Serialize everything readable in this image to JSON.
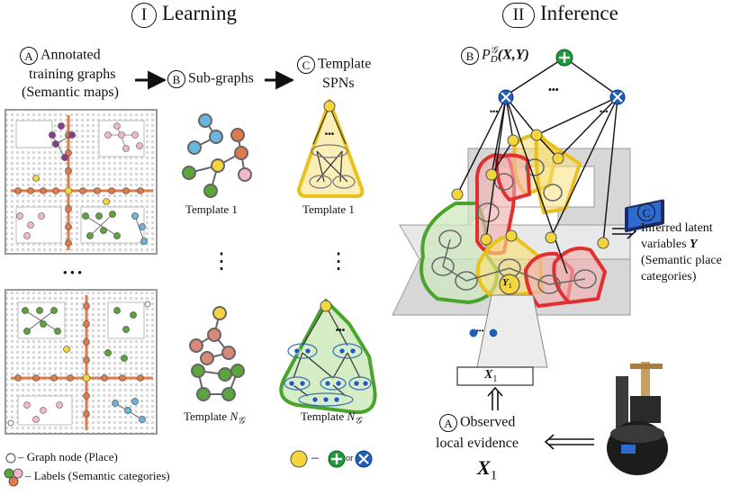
{
  "learning": {
    "marker": "I",
    "title": "Learning",
    "step_a": {
      "marker": "A",
      "lines": [
        "Annotated",
        "training graphs",
        "(Semantic maps)"
      ]
    },
    "step_b": {
      "marker": "B",
      "label": "Sub-graphs"
    },
    "step_c": {
      "marker": "C",
      "lines": [
        "Template",
        "SPNs"
      ]
    },
    "template_first": "Template 1",
    "template_last_prefix": "Template",
    "template_last_symbol": "N",
    "template_last_sub": "𝒢",
    "ellipsis_vertical": "⋮",
    "ellipsis_map": "• • •",
    "legend": {
      "node_label": "– Graph node (Place)",
      "labels_label": "– Labels (Semantic categories)",
      "spn_dash": "–",
      "spn_or": "or"
    }
  },
  "inference": {
    "marker": "II",
    "title": "Inference",
    "formula": {
      "marker": "B",
      "P": "P",
      "sup": "𝒢",
      "sub": "D",
      "args": "(X,Y)"
    },
    "inferred": {
      "marker": "C",
      "lines": [
        "Inferred latent",
        "variables"
      ],
      "var": "Y",
      "paren_lines": [
        "(Semantic place",
        "categories)"
      ]
    },
    "observed": {
      "marker": "A",
      "lines": [
        "Observed",
        "local evidence"
      ],
      "var": "X",
      "sub": "1"
    },
    "x1_box": {
      "var": "X",
      "sub": "1"
    },
    "y1_node": {
      "var": "Y",
      "sub": "1"
    },
    "dots": "•••",
    "dots_small": "•••"
  },
  "colors": {
    "green": "#5aa63a",
    "pink": "#f1b8c8",
    "orange": "#e07a4a",
    "purple": "#8a3a90",
    "blue": "#69b6e0",
    "yellow": "#f3d53c",
    "red": "#e03030",
    "salmon": "#d9897a",
    "prod_blue": "#1f5fb8",
    "sum_green": "#1e9a3c"
  },
  "icons": [
    "plus-icon",
    "times-icon",
    "arrow-right-icon",
    "double-arrow-icon",
    "robot-image"
  ]
}
